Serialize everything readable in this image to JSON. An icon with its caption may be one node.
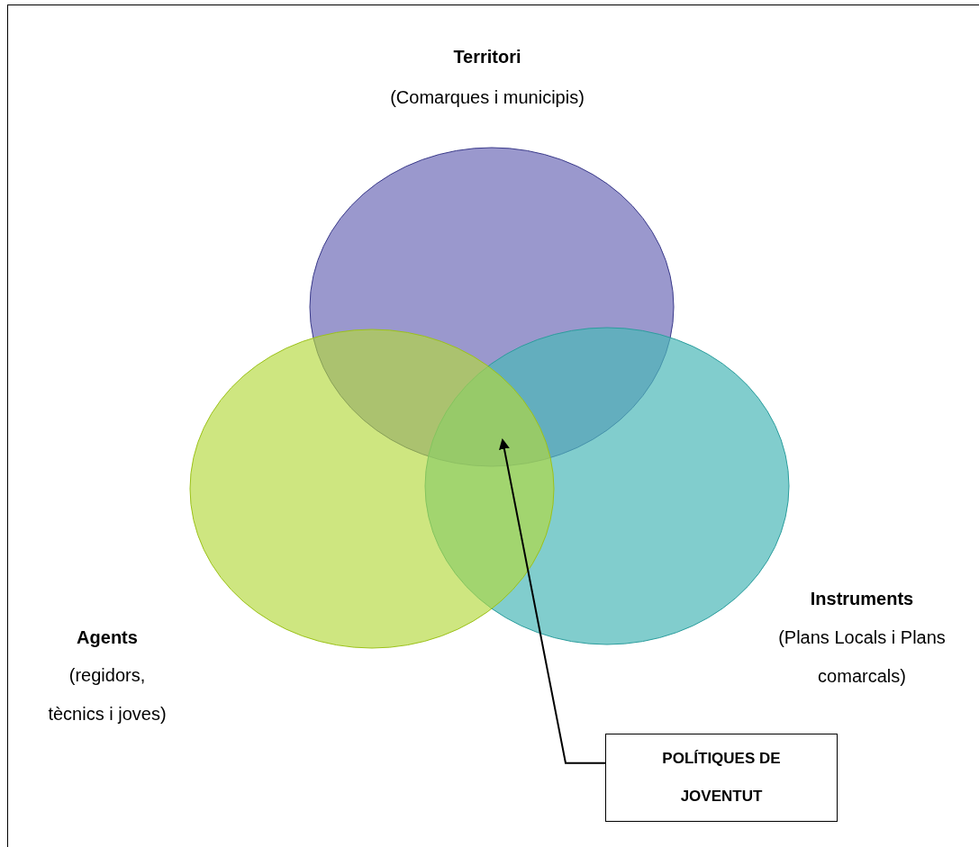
{
  "diagram": {
    "nodes": [
      {
        "text": [
          "Territori",
          "(Comarques i municipis)"
        ]
      },
      {
        "text": [
          "Agents",
          "(regidors, tècnics i joves)"
        ]
      },
      {
        "text": [
          "Instruments",
          "(Plans Locals i Plans comarcals)"
        ]
      },
      {
        "text": [
          "POLÍTIQUES DE JOVENTUT"
        ]
      }
    ],
    "edges": [
      {
        "from": 3,
        "to": 2,
        "arrow": "to"
      }
    ]
  }
}
